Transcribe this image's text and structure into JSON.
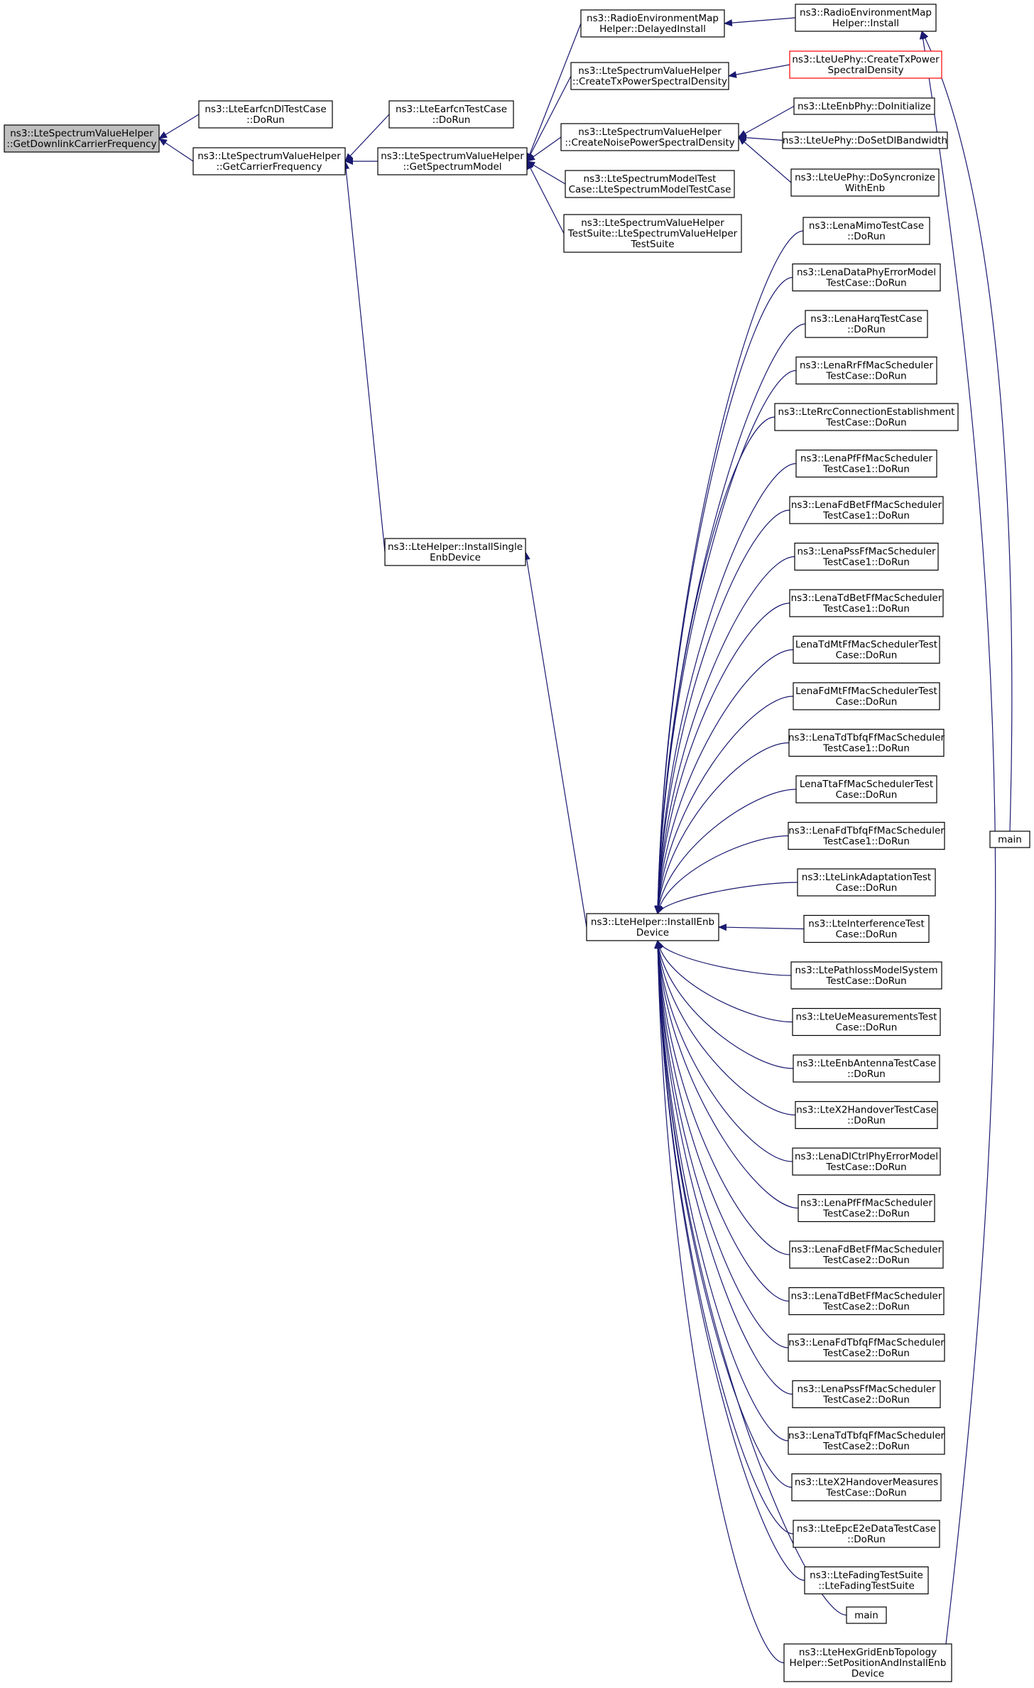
{
  "colors": {
    "edge": "#191970",
    "node_border": "#000000",
    "root_fill": "#bfbfbf",
    "node_fill": "#ffffff",
    "highlight_border": "#ff0000",
    "text": "#000000"
  },
  "nodes": [
    {
      "id": "root",
      "lines": [
        "ns3::LteSpectrumValueHelper",
        "::GetDownlinkCarrierFrequency"
      ],
      "root": true
    },
    {
      "id": "earfcndl",
      "lines": [
        "ns3::LteEarfcnDlTestCase",
        "::DoRun"
      ]
    },
    {
      "id": "getcarrier",
      "lines": [
        "ns3::LteSpectrumValueHelper",
        "::GetCarrierFrequency"
      ]
    },
    {
      "id": "earfcn",
      "lines": [
        "ns3::LteEarfcnTestCase",
        "::DoRun"
      ]
    },
    {
      "id": "getspectrum",
      "lines": [
        "ns3::LteSpectrumValueHelper",
        "::GetSpectrumModel"
      ]
    },
    {
      "id": "delayed",
      "lines": [
        "ns3::RadioEnvironmentMap",
        "Helper::DelayedInstall"
      ]
    },
    {
      "id": "reminstall",
      "lines": [
        "ns3::RadioEnvironmentMap",
        "Helper::Install"
      ]
    },
    {
      "id": "createtx",
      "lines": [
        "ns3::LteSpectrumValueHelper",
        "::CreateTxPowerSpectralDensity"
      ]
    },
    {
      "id": "uecreatetx",
      "lines": [
        "ns3::LteUePhy::CreateTxPower",
        "SpectralDensity"
      ],
      "highlight": true
    },
    {
      "id": "createnoise",
      "lines": [
        "ns3::LteSpectrumValueHelper",
        "::CreateNoisePowerSpectralDensity"
      ]
    },
    {
      "id": "enbinit",
      "lines": [
        "ns3::LteEnbPhy::DoInitialize"
      ]
    },
    {
      "id": "dlbw",
      "lines": [
        "ns3::LteUePhy::DoSetDlBandwidth"
      ]
    },
    {
      "id": "uesync",
      "lines": [
        "ns3::LteUePhy::DoSyncronize",
        "WithEnb"
      ]
    },
    {
      "id": "smtc",
      "lines": [
        "ns3::LteSpectrumModelTest",
        "Case::LteSpectrumModelTestCase"
      ]
    },
    {
      "id": "svhts",
      "lines": [
        "ns3::LteSpectrumValueHelper",
        "TestSuite::LteSpectrumValueHelper",
        "TestSuite"
      ]
    },
    {
      "id": "installsingle",
      "lines": [
        "ns3::LteHelper::InstallSingle",
        "EnbDevice"
      ]
    },
    {
      "id": "installenb",
      "lines": [
        "ns3::LteHelper::InstallEnb",
        "Device"
      ]
    },
    {
      "id": "main1",
      "lines": [
        "main"
      ]
    },
    {
      "id": "c0",
      "lines": [
        "ns3::LenaMimoTestCase",
        "::DoRun"
      ]
    },
    {
      "id": "c1",
      "lines": [
        "ns3::LenaDataPhyErrorModel",
        "TestCase::DoRun"
      ]
    },
    {
      "id": "c2",
      "lines": [
        "ns3::LenaHarqTestCase",
        "::DoRun"
      ]
    },
    {
      "id": "c3",
      "lines": [
        "ns3::LenaRrFfMacScheduler",
        "TestCase::DoRun"
      ]
    },
    {
      "id": "c4",
      "lines": [
        "ns3::LteRrcConnectionEstablishment",
        "TestCase::DoRun"
      ]
    },
    {
      "id": "c5",
      "lines": [
        "ns3::LenaPfFfMacScheduler",
        "TestCase1::DoRun"
      ]
    },
    {
      "id": "c6",
      "lines": [
        "ns3::LenaFdBetFfMacScheduler",
        "TestCase1::DoRun"
      ]
    },
    {
      "id": "c7",
      "lines": [
        "ns3::LenaPssFfMacScheduler",
        "TestCase1::DoRun"
      ]
    },
    {
      "id": "c8",
      "lines": [
        "ns3::LenaTdBetFfMacScheduler",
        "TestCase1::DoRun"
      ]
    },
    {
      "id": "c9",
      "lines": [
        "LenaTdMtFfMacSchedulerTest",
        "Case::DoRun"
      ]
    },
    {
      "id": "c10",
      "lines": [
        "LenaFdMtFfMacSchedulerTest",
        "Case::DoRun"
      ]
    },
    {
      "id": "c11",
      "lines": [
        "ns3::LenaTdTbfqFfMacScheduler",
        "TestCase1::DoRun"
      ]
    },
    {
      "id": "c12",
      "lines": [
        "LenaTtaFfMacSchedulerTest",
        "Case::DoRun"
      ]
    },
    {
      "id": "c13",
      "lines": [
        "ns3::LenaFdTbfqFfMacScheduler",
        "TestCase1::DoRun"
      ]
    },
    {
      "id": "c14",
      "lines": [
        "ns3::LteLinkAdaptationTest",
        "Case::DoRun"
      ]
    },
    {
      "id": "c15",
      "lines": [
        "ns3::LteInterferenceTest",
        "Case::DoRun"
      ]
    },
    {
      "id": "c16",
      "lines": [
        "ns3::LtePathlossModelSystem",
        "TestCase::DoRun"
      ]
    },
    {
      "id": "c17",
      "lines": [
        "ns3::LteUeMeasurementsTest",
        "Case::DoRun"
      ]
    },
    {
      "id": "c18",
      "lines": [
        "ns3::LteEnbAntennaTestCase",
        "::DoRun"
      ]
    },
    {
      "id": "c19",
      "lines": [
        "ns3::LteX2HandoverTestCase",
        "::DoRun"
      ]
    },
    {
      "id": "c20",
      "lines": [
        "ns3::LenaDlCtrlPhyErrorModel",
        "TestCase::DoRun"
      ]
    },
    {
      "id": "c21",
      "lines": [
        "ns3::LenaPfFfMacScheduler",
        "TestCase2::DoRun"
      ]
    },
    {
      "id": "c22",
      "lines": [
        "ns3::LenaFdBetFfMacScheduler",
        "TestCase2::DoRun"
      ]
    },
    {
      "id": "c23",
      "lines": [
        "ns3::LenaTdBetFfMacScheduler",
        "TestCase2::DoRun"
      ]
    },
    {
      "id": "c24",
      "lines": [
        "ns3::LenaFdTbfqFfMacScheduler",
        "TestCase2::DoRun"
      ]
    },
    {
      "id": "c25",
      "lines": [
        "ns3::LenaPssFfMacScheduler",
        "TestCase2::DoRun"
      ]
    },
    {
      "id": "c26",
      "lines": [
        "ns3::LenaTdTbfqFfMacScheduler",
        "TestCase2::DoRun"
      ]
    },
    {
      "id": "c27",
      "lines": [
        "ns3::LteX2HandoverMeasures",
        "TestCase::DoRun"
      ]
    },
    {
      "id": "c28",
      "lines": [
        "ns3::LteEpcE2eDataTestCase",
        "::DoRun"
      ]
    },
    {
      "id": "c29",
      "lines": [
        "ns3::LteFadingTestSuite",
        "::LteFadingTestSuite"
      ]
    },
    {
      "id": "c30",
      "lines": [
        "main"
      ]
    },
    {
      "id": "hexgrid",
      "lines": [
        "ns3::LteHexGridEnbTopology",
        "Helper::SetPositionAndInstallEnb",
        "Device"
      ]
    }
  ],
  "edges": [
    {
      "from": "earfcndl",
      "to": "root"
    },
    {
      "from": "getcarrier",
      "to": "root"
    },
    {
      "from": "earfcn",
      "to": "getcarrier"
    },
    {
      "from": "getspectrum",
      "to": "getcarrier"
    },
    {
      "from": "installsingle",
      "to": "getcarrier"
    },
    {
      "from": "delayed",
      "to": "getspectrum"
    },
    {
      "from": "createtx",
      "to": "getspectrum"
    },
    {
      "from": "createnoise",
      "to": "getspectrum"
    },
    {
      "from": "smtc",
      "to": "getspectrum"
    },
    {
      "from": "svhts",
      "to": "getspectrum"
    },
    {
      "from": "reminstall",
      "to": "delayed"
    },
    {
      "from": "uecreatetx",
      "to": "createtx"
    },
    {
      "from": "enbinit",
      "to": "createnoise"
    },
    {
      "from": "dlbw",
      "to": "createnoise"
    },
    {
      "from": "uesync",
      "to": "createnoise"
    },
    {
      "from": "installenb",
      "to": "installsingle"
    },
    {
      "from": "main1",
      "to": "reminstall"
    },
    {
      "from": "hexgrid",
      "to": "reminstall"
    },
    {
      "from": "c0",
      "to": "installenb"
    },
    {
      "from": "c1",
      "to": "installenb"
    },
    {
      "from": "c2",
      "to": "installenb"
    },
    {
      "from": "c3",
      "to": "installenb"
    },
    {
      "from": "c4",
      "to": "installenb"
    },
    {
      "from": "c5",
      "to": "installenb"
    },
    {
      "from": "c6",
      "to": "installenb"
    },
    {
      "from": "c7",
      "to": "installenb"
    },
    {
      "from": "c8",
      "to": "installenb"
    },
    {
      "from": "c9",
      "to": "installenb"
    },
    {
      "from": "c10",
      "to": "installenb"
    },
    {
      "from": "c11",
      "to": "installenb"
    },
    {
      "from": "c12",
      "to": "installenb"
    },
    {
      "from": "c13",
      "to": "installenb"
    },
    {
      "from": "c14",
      "to": "installenb"
    },
    {
      "from": "c15",
      "to": "installenb"
    },
    {
      "from": "c16",
      "to": "installenb"
    },
    {
      "from": "c17",
      "to": "installenb"
    },
    {
      "from": "c18",
      "to": "installenb"
    },
    {
      "from": "c19",
      "to": "installenb"
    },
    {
      "from": "c20",
      "to": "installenb"
    },
    {
      "from": "c21",
      "to": "installenb"
    },
    {
      "from": "c22",
      "to": "installenb"
    },
    {
      "from": "c23",
      "to": "installenb"
    },
    {
      "from": "c24",
      "to": "installenb"
    },
    {
      "from": "c25",
      "to": "installenb"
    },
    {
      "from": "c26",
      "to": "installenb"
    },
    {
      "from": "c27",
      "to": "installenb"
    },
    {
      "from": "c28",
      "to": "installenb"
    },
    {
      "from": "c29",
      "to": "installenb"
    },
    {
      "from": "c30",
      "to": "installenb"
    },
    {
      "from": "hexgrid",
      "to": "installenb"
    }
  ]
}
